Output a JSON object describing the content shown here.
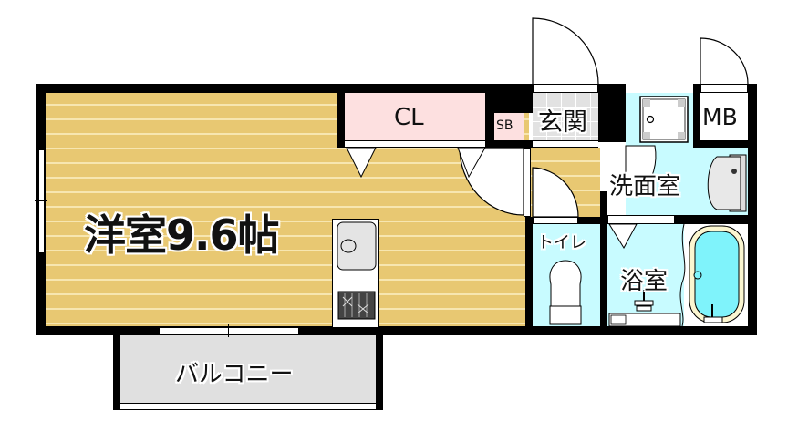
{
  "floor_plan": {
    "rooms": {
      "western_room": {
        "label": "洋室9.6帖",
        "type": "Western-style room",
        "size_tatami": 9.6
      },
      "closet": {
        "label": "CL"
      },
      "shoe_box": {
        "label": "SB"
      },
      "entrance": {
        "label": "玄関"
      },
      "meter_box": {
        "label": "MB"
      },
      "washroom": {
        "label": "洗面室"
      },
      "toilet": {
        "label": "トイレ"
      },
      "bathroom": {
        "label": "浴室"
      },
      "balcony": {
        "label": "バルコニー"
      }
    },
    "colors": {
      "wood_floor": "#e8c872",
      "wood_stripe": "#f7e6b0",
      "closet": "#fde0e0",
      "wet_area": "#c8fbff",
      "bathtub": "#7ff3fb",
      "tile": "#e2e2e2",
      "balcony": "#e0e0e0",
      "wall": "#000000"
    }
  }
}
